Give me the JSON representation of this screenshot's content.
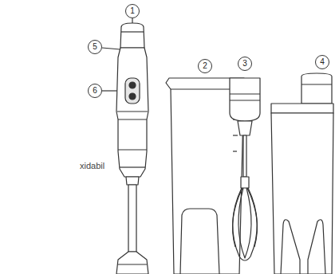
{
  "diagram": {
    "labels": [
      "1",
      "5",
      "6",
      "2",
      "3",
      "4",
      "xidabil"
    ]
  }
}
